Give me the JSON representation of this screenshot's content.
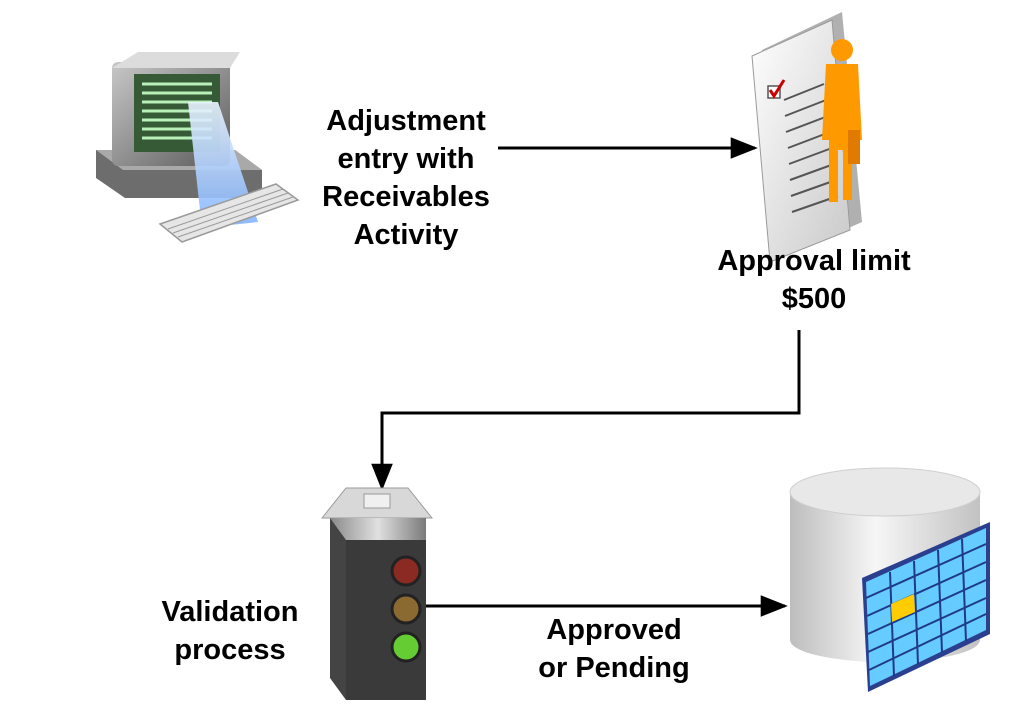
{
  "diagram": {
    "nodes": {
      "computer": {
        "icon": "computer-icon"
      },
      "approval_form": {
        "icon": "approval-form-icon"
      },
      "traffic_light": {
        "icon": "traffic-light-icon"
      },
      "database": {
        "icon": "database-icon"
      }
    },
    "labels": {
      "adjustment_entry": [
        "Adjustment",
        "entry with",
        "Receivables",
        "Activity"
      ],
      "approval_limit": [
        "Approval limit",
        "$500"
      ],
      "validation_process": [
        "Validation",
        "process"
      ],
      "approved_or_pending": [
        "Approved",
        "or Pending"
      ]
    },
    "edges": [
      {
        "from": "computer",
        "to": "approval_form"
      },
      {
        "from": "approval_form",
        "to": "traffic_light"
      },
      {
        "from": "traffic_light",
        "to": "database"
      }
    ],
    "colors": {
      "arrow": "#000000",
      "figure": "#ff9900",
      "check": "#cc0000",
      "screen_glow": "#99ccff",
      "table_cell": "#66ccff",
      "table_highlight": "#ffcc00"
    }
  }
}
